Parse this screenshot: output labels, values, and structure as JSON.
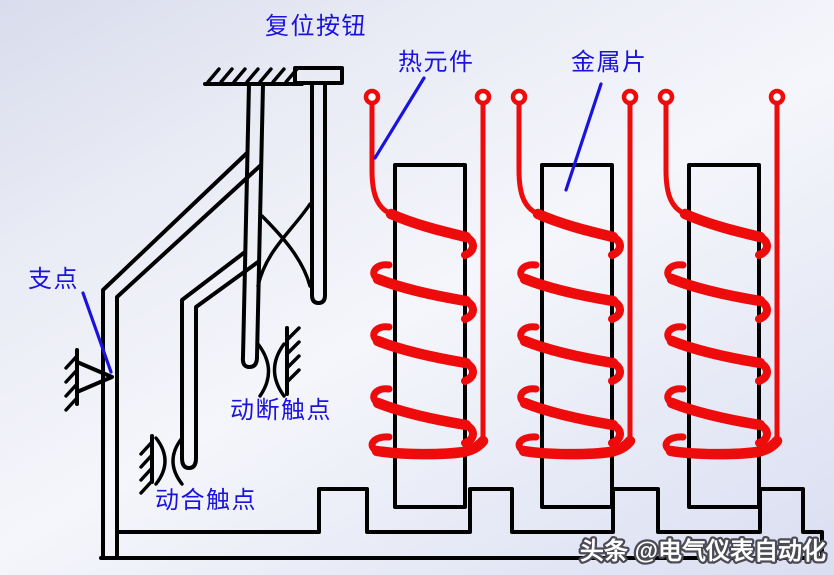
{
  "diagram": {
    "labels": {
      "reset_button": "复位按钮",
      "thermal_element": "热元件",
      "metal_strip": "金属片",
      "pivot": "支点",
      "normally_closed_contact": "动断触点",
      "normally_open_contact": "动合触点"
    },
    "watermark": "头条 @电气仪表自动化",
    "colors": {
      "label_blue": "#1b12dd",
      "coil_red": "#ed0b0b",
      "structure_black": "#000000",
      "watermark_fill": "#ffffff",
      "watermark_outline": "#4b4b55"
    },
    "heater_unit_count": "3"
  }
}
